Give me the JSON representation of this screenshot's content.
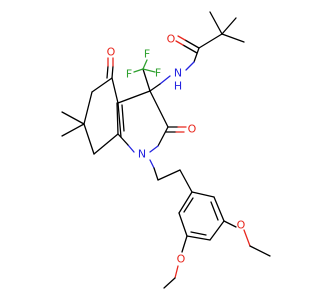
{
  "structure": {
    "atoms": {
      "o_amide": "O",
      "n_amide": "N",
      "h_amide": "H",
      "f1": "F",
      "f2": "F",
      "f3": "F",
      "o_ketone": "O",
      "n_ring": "N",
      "o_lactam": "O",
      "o_ether1": "O",
      "o_ether2": "O"
    },
    "colors": {
      "carbon_bond": "#000000",
      "oxygen": "#e8271e",
      "nitrogen": "#2323e0",
      "fluorine": "#2ea02e"
    }
  }
}
